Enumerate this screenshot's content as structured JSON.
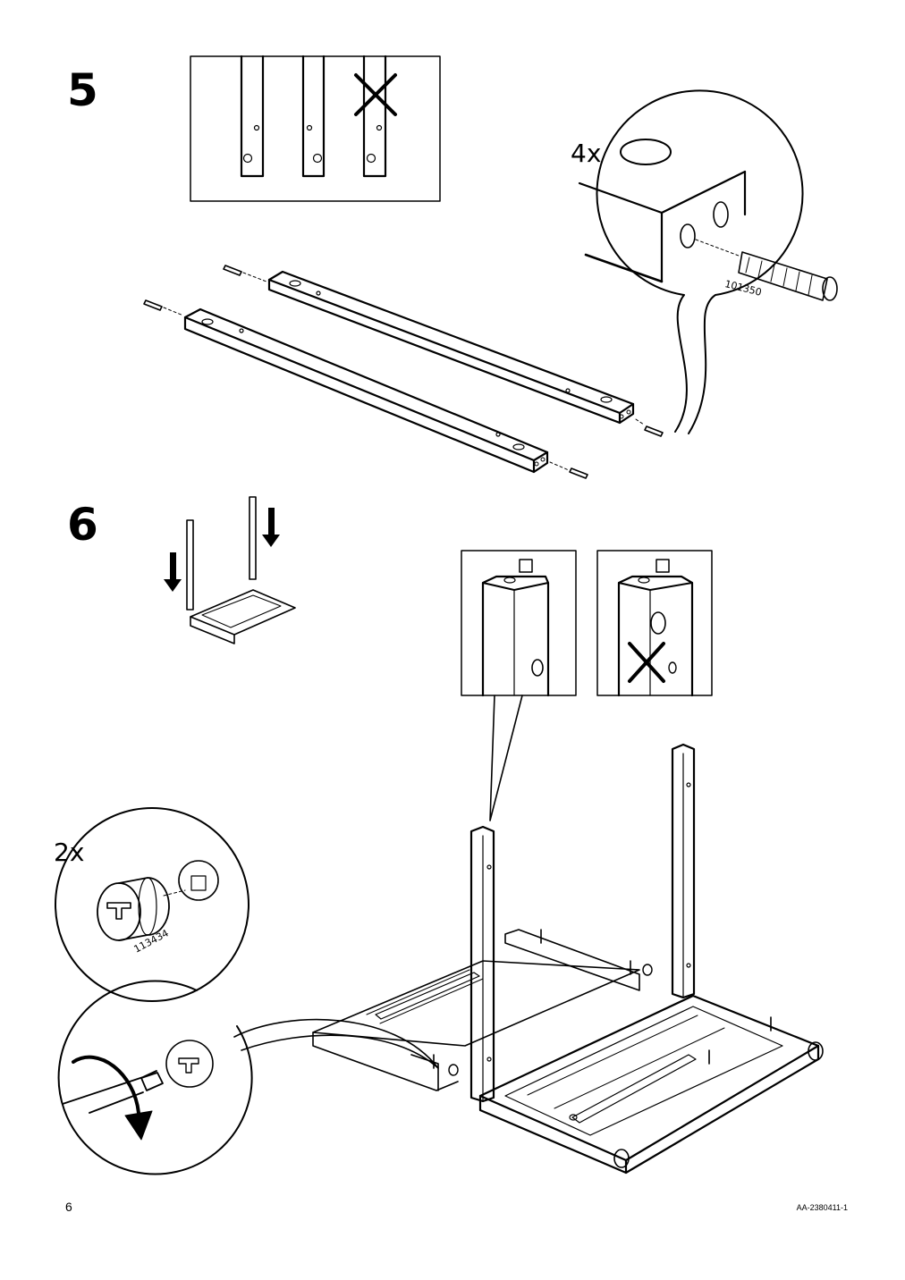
{
  "steps": [
    {
      "number": "5",
      "quantity": "4x",
      "part_code": "101350"
    },
    {
      "number": "6",
      "quantity": "2x",
      "part_code": "113434"
    }
  ],
  "footer": {
    "page_number": "6",
    "document_id": "AA-2380411-1"
  },
  "icons": [
    "dowel-icon",
    "cam-lock-icon",
    "screwdriver-icon",
    "cross-mark-icon",
    "arrow-down-icon",
    "rotate-arrow-icon"
  ]
}
